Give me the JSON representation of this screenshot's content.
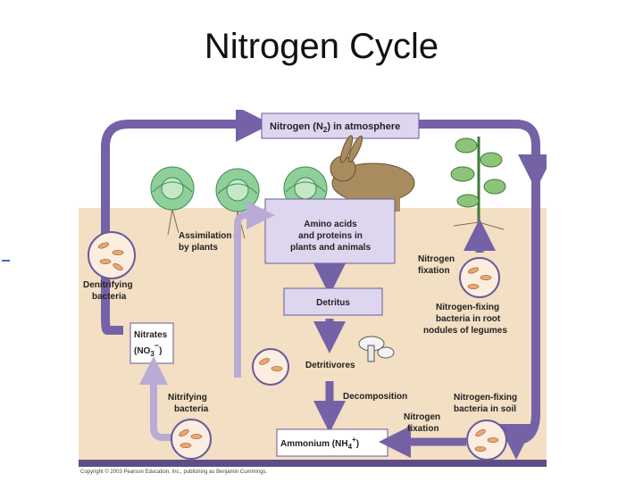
{
  "title": "Nitrogen Cycle",
  "labels": {
    "atmosphere_a": "Nitrogen (N",
    "atmosphere_sub": "2",
    "atmosphere_b": ") in atmosphere",
    "amino_1": "Amino acids",
    "amino_2": "and proteins in",
    "amino_3": "plants and animals",
    "assim_1": "Assimilation",
    "assim_2": "by plants",
    "denit_1": "Denitrifying",
    "denit_2": "bacteria",
    "nitrates_1": "Nitrates",
    "nitrates_a": "(NO",
    "nitrates_sub": "3",
    "nitrates_sup": "−",
    "nitrates_b": ")",
    "detritus": "Detritus",
    "detritivores": "Detritivores",
    "nfix_1": "Nitrogen",
    "nfix_2": "fixation",
    "nfix_bact_1": "Nitrogen-fixing",
    "nfix_bact_2": "bacteria in root",
    "nfix_bact_3": "nodules of legumes",
    "nitrifying_1": "Nitrifying",
    "nitrifying_2": "bacteria",
    "decomposition": "Decomposition",
    "soil_bact_1": "Nitrogen-fixing",
    "soil_bact_2": "bacteria in soil",
    "nfix2_1": "Nitrogen",
    "nfix2_2": "fixation",
    "ammonium_a": "Ammonium (NH",
    "ammonium_sub": "4",
    "ammonium_sup": "+",
    "ammonium_b": ")"
  },
  "copyright": "Copyright © 2003 Pearson Education, Inc., publishing as Benjamin Cummings.",
  "colors": {
    "sky": "#ffffff",
    "soil": "#f2dfc4",
    "arrow": "#7561a6",
    "arrow_light": "#b8acd6",
    "box": "#ddd6ee",
    "bacteria": "#e8a872",
    "cabbage": "#8fcf9a",
    "rabbit": "#a98b60"
  }
}
